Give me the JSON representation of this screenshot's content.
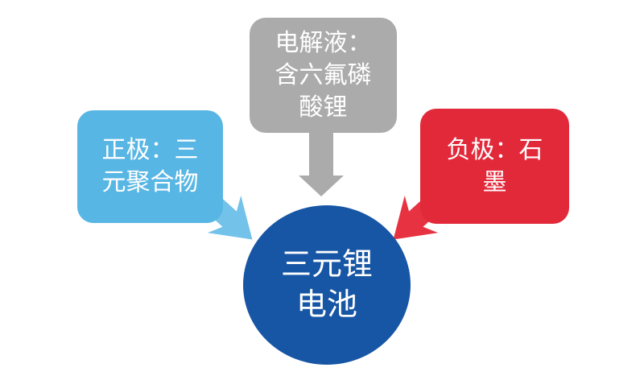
{
  "diagram": {
    "type": "concept-map",
    "background_color": "#FFFFFF",
    "text_color": "#FFFFFF",
    "nodes": {
      "electrolyte": {
        "full_text": "电解液：含六氟磷酸锂",
        "lines": [
          "电解液：",
          "含六氟磷",
          "酸锂"
        ],
        "shape": "rounded-rectangle",
        "position": "top-center",
        "color": "#ABABAB"
      },
      "cathode": {
        "full_text": "正极：三元聚合物",
        "lines": [
          "正极：三",
          "元聚合物"
        ],
        "shape": "rounded-rectangle",
        "position": "middle-left",
        "color": "#58B6E4"
      },
      "anode": {
        "full_text": "负极：石墨",
        "lines": [
          "负极：石",
          "墨"
        ],
        "shape": "rounded-rectangle",
        "position": "middle-right",
        "color": "#E2293A"
      },
      "battery": {
        "full_text": "三元锂电池",
        "lines": [
          "三元锂",
          "电池"
        ],
        "shape": "circle",
        "position": "bottom-center",
        "color": "#1756A5"
      }
    },
    "arrows": [
      {
        "from": "electrolyte",
        "to": "battery",
        "direction": "down",
        "color": "#ABABAB"
      },
      {
        "from": "cathode",
        "to": "battery",
        "direction": "down-right",
        "color": "#72C2E9"
      },
      {
        "from": "anode",
        "to": "battery",
        "direction": "down-left",
        "color": "#E73341"
      }
    ]
  }
}
